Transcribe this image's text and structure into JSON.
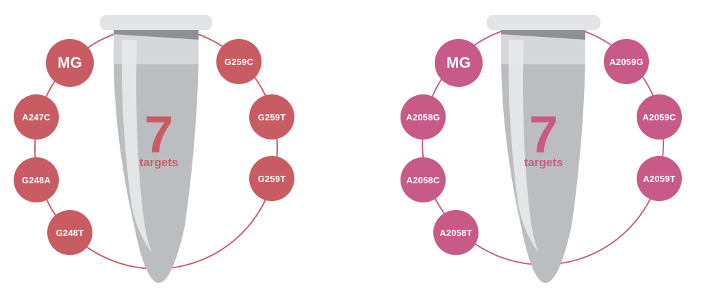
{
  "panels": [
    {
      "color": "#c95c63",
      "count": "7",
      "count_label": "targets",
      "targets": [
        "MG",
        "A247C",
        "G248A",
        "G248T",
        "G259C",
        "G259T",
        "G259T"
      ]
    },
    {
      "color": "#c75a87",
      "count": "7",
      "count_label": "targets",
      "targets": [
        "MG",
        "A2058G",
        "A2058C",
        "A2058T",
        "A2059G",
        "A2059C",
        "A2059T"
      ]
    }
  ],
  "colors": {
    "tube_body": "#bcbdc1",
    "tube_cap": "#e3e4e6",
    "tube_highlight": "#e8e9eb",
    "tube_rim": "#9fa0a3"
  }
}
